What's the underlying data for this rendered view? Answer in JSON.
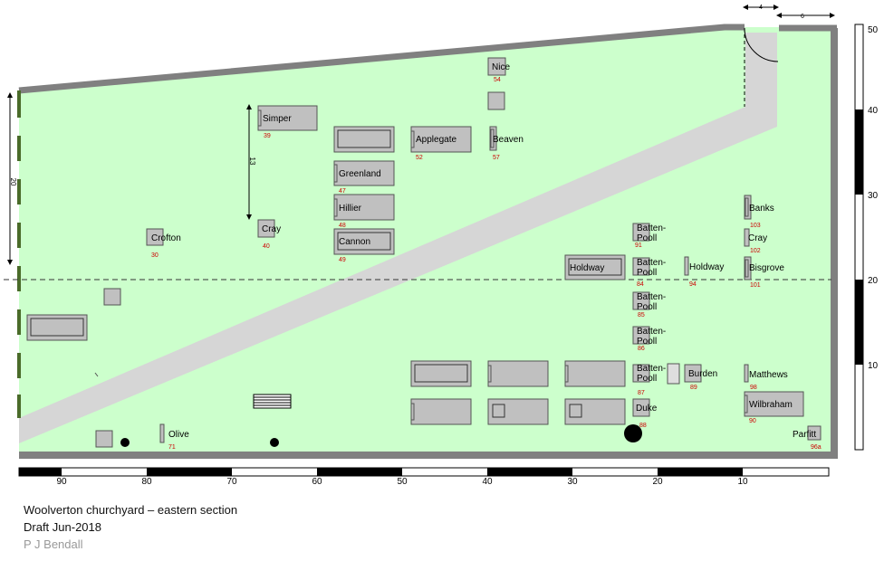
{
  "caption": {
    "title": "Woolverton churchyard – eastern section",
    "draft": "Draft Jun-2018",
    "author": "P J Bendall"
  },
  "colors": {
    "grass": "#ccffcc",
    "wall": "#808080",
    "path": "#d6d6d6",
    "grave_fill": "#c0c0c0",
    "grave_stroke": "#555555",
    "plot_number": "#cc0000",
    "hedge": "#4a6b2a"
  },
  "measures": {
    "left_height": "20",
    "simper_height": "13",
    "gate_width": "4",
    "gap_width": "6"
  },
  "scale_bottom": [
    "90",
    "80",
    "70",
    "60",
    "50",
    "40",
    "30",
    "20",
    "10"
  ],
  "scale_right": [
    "50",
    "40",
    "30",
    "20",
    "10"
  ],
  "plots": [
    {
      "name": "Nice",
      "num": "54"
    },
    {
      "name": "Simper",
      "num": "39"
    },
    {
      "name": "Applegate",
      "num": "52"
    },
    {
      "name": "Beaven",
      "num": "57"
    },
    {
      "name": "Greenland",
      "num": "47"
    },
    {
      "name": "Hillier",
      "num": "48"
    },
    {
      "name": "Cray",
      "num": "40"
    },
    {
      "name": "Cannon",
      "num": "49"
    },
    {
      "name": "Crofton",
      "num": "30"
    },
    {
      "name": "Banks",
      "num": "103"
    },
    {
      "name": "Cray",
      "num": "102"
    },
    {
      "name": "Batten-Pooll",
      "num": "91"
    },
    {
      "name": "Holdway",
      "num": ""
    },
    {
      "name": "Batten-Pooll",
      "num": "84"
    },
    {
      "name": "Holdway",
      "num": "94"
    },
    {
      "name": "Bisgrove",
      "num": "101"
    },
    {
      "name": "Batten-Pooll",
      "num": "85"
    },
    {
      "name": "Batten-Pooll",
      "num": "86"
    },
    {
      "name": "Batten-Pooll",
      "num": "87"
    },
    {
      "name": "Burden",
      "num": "89"
    },
    {
      "name": "Matthews",
      "num": "98"
    },
    {
      "name": "Duke",
      "num": "88"
    },
    {
      "name": "Wilbraham",
      "num": "90"
    },
    {
      "name": "Olive",
      "num": "71"
    },
    {
      "name": "Parfitt",
      "num": "96a"
    }
  ]
}
